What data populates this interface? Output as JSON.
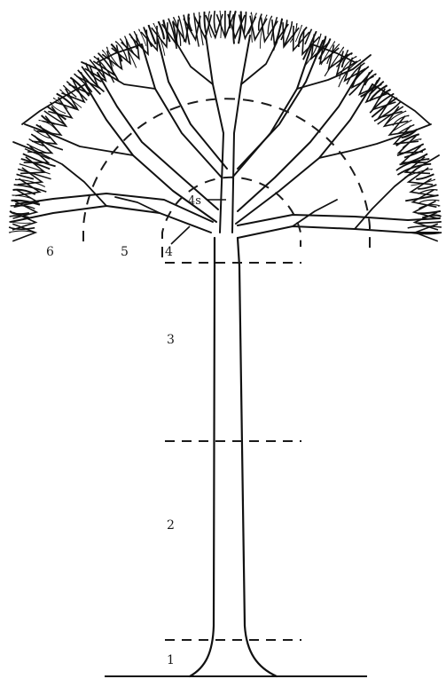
{
  "zone_labels": {
    "z1": "1",
    "z2": "2",
    "z3": "3",
    "z4": "4",
    "z5": "5",
    "z6": "6",
    "z4s": "4s"
  }
}
